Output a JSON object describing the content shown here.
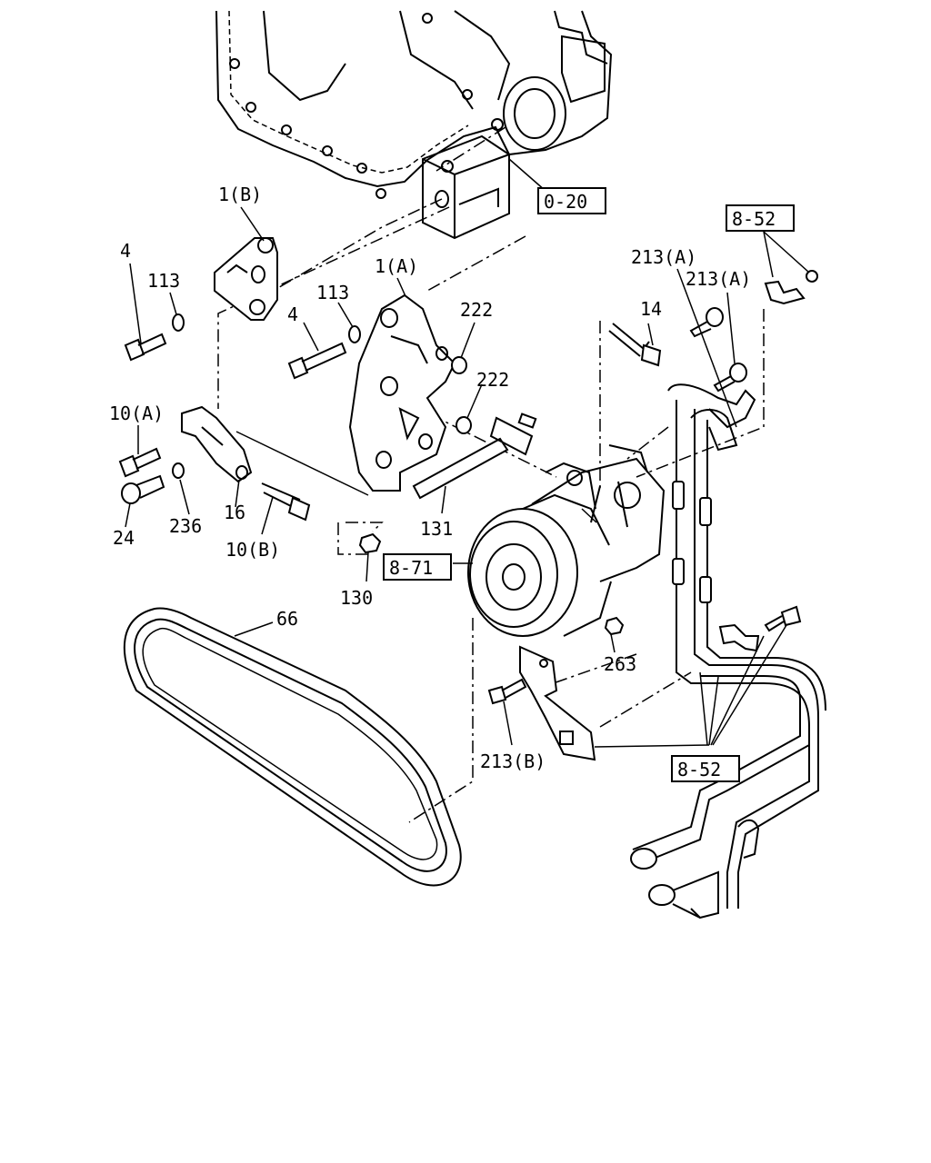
{
  "callouts": {
    "c_1b": "1(B)",
    "c_4a": "4",
    "c_113a": "113",
    "c_1a": "1(A)",
    "c_113b": "113",
    "c_4b": "4",
    "c_222a": "222",
    "c_222b": "222",
    "c_10a": "10(A)",
    "c_24": "24",
    "c_236": "236",
    "c_16": "16",
    "c_10b": "10(B)",
    "c_131": "131",
    "c_130": "130",
    "c_14": "14",
    "c_213a1": "213(A)",
    "c_213a2": "213(A)",
    "c_66": "66",
    "c_263": "263",
    "c_213b": "213(B)"
  },
  "references": {
    "r_020": "0-20",
    "r_852a": "8-52",
    "r_871": "8-71",
    "r_852b": "8-52"
  }
}
